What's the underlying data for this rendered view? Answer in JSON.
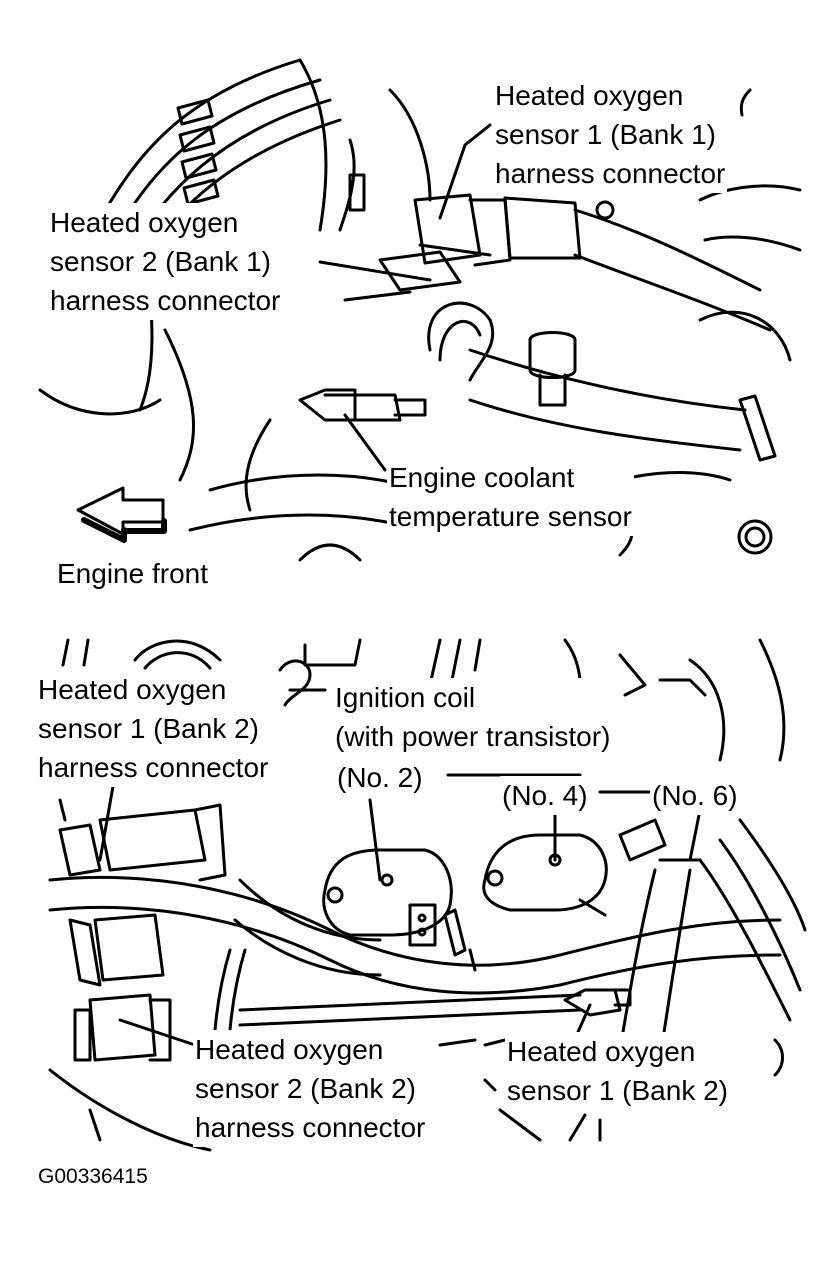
{
  "top_panel": {
    "hos1_bank1": [
      "Heated oxygen",
      "sensor 1 (Bank 1)",
      "harness connector"
    ],
    "hos2_bank1": [
      "Heated oxygen",
      "sensor 2 (Bank 1)",
      "harness connector"
    ],
    "coolant_sensor": [
      "Engine coolant",
      "temperature sensor"
    ],
    "engine_front": "Engine front"
  },
  "bottom_panel": {
    "hos1_bank2_connector": [
      "Heated oxygen",
      "sensor 1 (Bank 2)",
      "harness connector"
    ],
    "ignition_coil": [
      "Ignition coil",
      "(with power transistor)"
    ],
    "coil_no2": "(No. 2)",
    "coil_no4": "(No. 4)",
    "coil_no6": "(No. 6)",
    "hos2_bank2": [
      "Heated oxygen",
      "sensor 2 (Bank 2)",
      "harness connector"
    ],
    "hos1_bank2": [
      "Heated oxygen",
      "sensor 1 (Bank 2)"
    ]
  },
  "figure_id": "G00336415"
}
